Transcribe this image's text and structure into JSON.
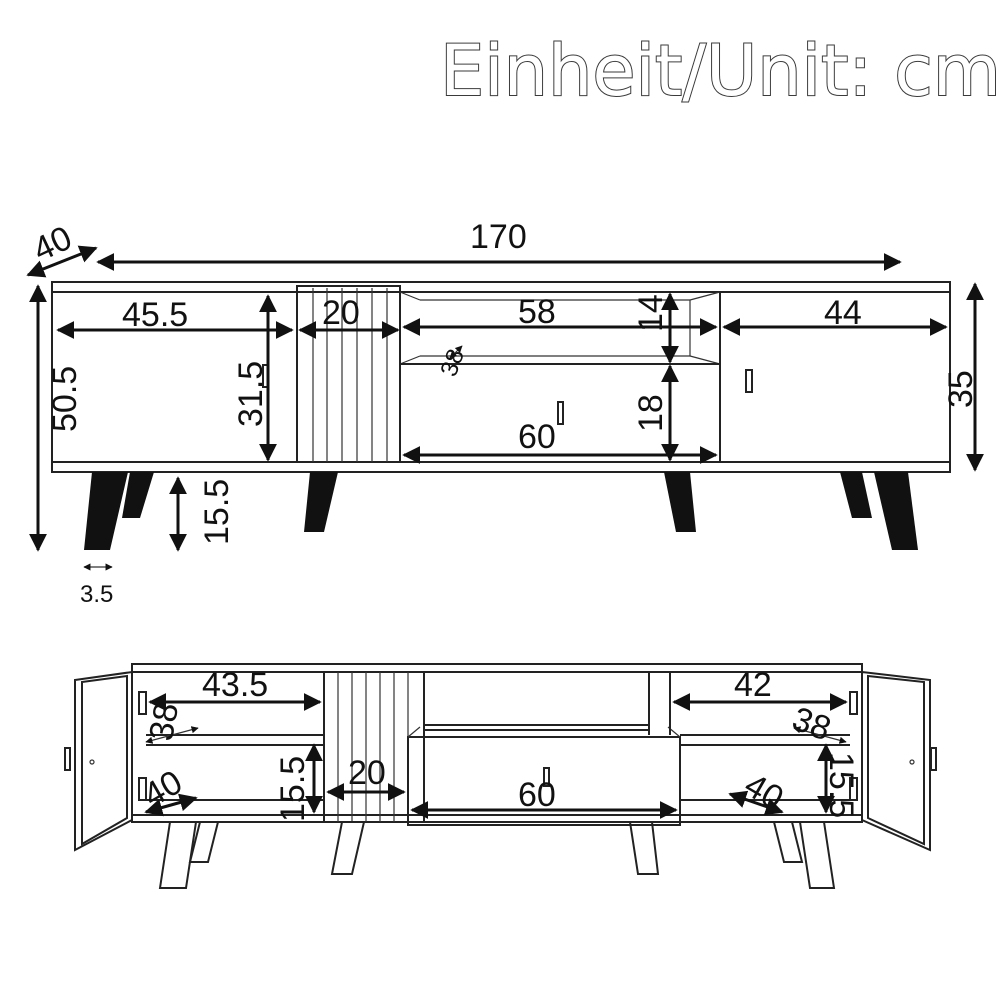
{
  "title": "Einheit/Unit: cm",
  "front_view": {
    "depth": "40",
    "width": "170",
    "total_height": "50.5",
    "body_height": "35",
    "leg_height": "15.5",
    "leg_width": "3.5",
    "left_cabinet_width": "45.5",
    "left_cabinet_height": "31.5",
    "slat_panel_width": "20",
    "open_shelf_width": "58",
    "open_shelf_height": "14",
    "open_shelf_depth": "38",
    "drawer_width": "60",
    "drawer_height": "18",
    "right_cabinet_width": "44"
  },
  "open_view": {
    "left_inner_width": "43.5",
    "left_shelf_depth": "38",
    "left_lower_depth": "40",
    "inner_height": "15.5",
    "slat_panel_width": "20",
    "drawer_width": "60",
    "right_inner_width": "42",
    "right_shelf_depth": "38",
    "right_lower_depth": "40",
    "right_inner_height": "15.5"
  }
}
